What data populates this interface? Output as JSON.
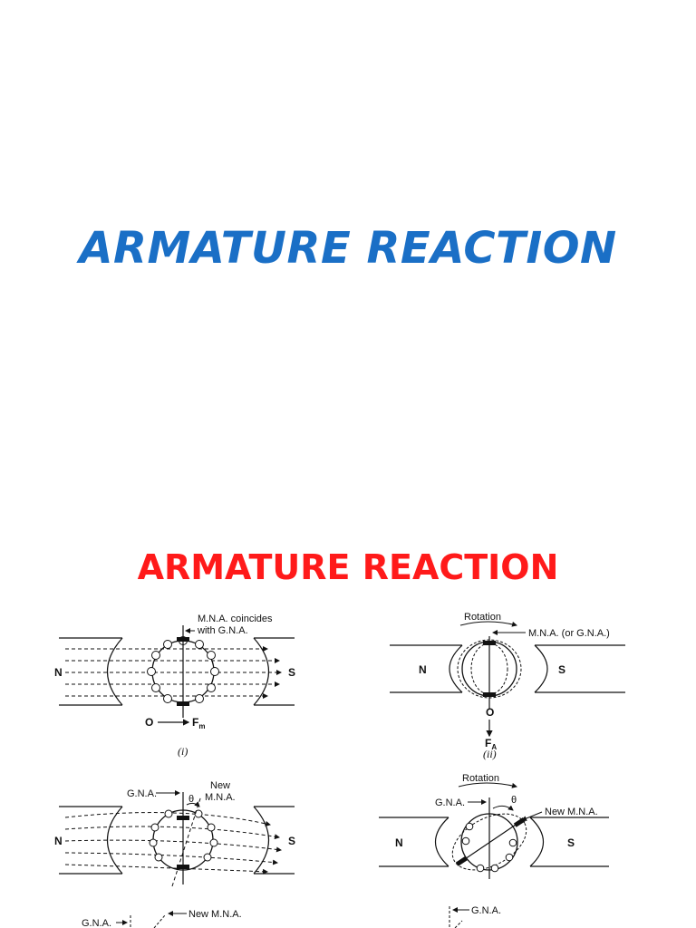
{
  "slide1": {
    "title": "ARMATURE REACTION"
  },
  "slide2": {
    "title": "ARMATURE REACTION"
  },
  "figures": {
    "fig1": {
      "label_mna_line1": "M.N.A. coincides",
      "label_mna_line2": "with G.N.A.",
      "pole_n": "N",
      "pole_s": "S",
      "vector_origin": "O",
      "vector_label": "F",
      "vector_sub": "m",
      "caption": "(i)"
    },
    "fig2": {
      "rotation": "Rotation",
      "label_mna": "M.N.A. (or G.N.A.)",
      "pole_n": "N",
      "pole_s": "S",
      "vector_origin": "O",
      "vector_label": "F",
      "vector_sub": "A",
      "caption": "(ii)"
    },
    "fig3": {
      "label_gna": "G.N.A.",
      "label_new_line1": "New",
      "label_new_line2": "M.N.A.",
      "theta": "θ",
      "pole_n": "N",
      "pole_s": "S"
    },
    "fig4": {
      "rotation": "Rotation",
      "label_gna": "G.N.A.",
      "theta": "θ",
      "label_new": "New M.N.A.",
      "pole_n": "N",
      "pole_s": "S"
    },
    "fig5": {
      "label_gna": "G.N.A.",
      "label_new": "New M.N.A."
    },
    "fig6": {
      "label_gna": "G.N.A."
    }
  }
}
